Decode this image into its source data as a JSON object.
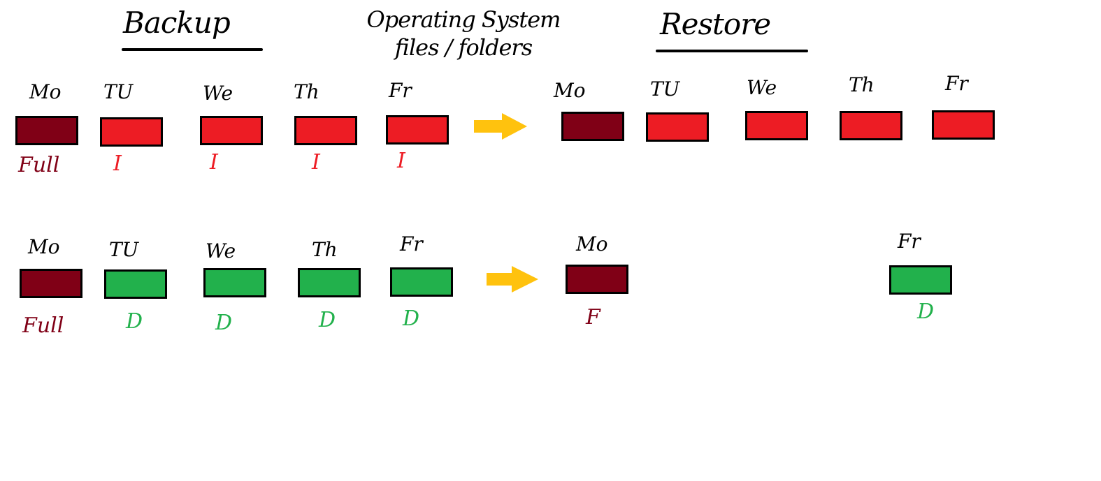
{
  "headings": {
    "backup": "Backup",
    "middle_line1": "Operating System",
    "middle_line2": "files / folders",
    "restore": "Restore"
  },
  "colors": {
    "full": "#800016",
    "incremental": "#ed1c24",
    "differential": "#22b14c",
    "arrow": "#ffc20e",
    "ink": "#000000"
  },
  "incremental_row": {
    "backup": [
      {
        "day": "Mo",
        "type": "full",
        "tag": "Full"
      },
      {
        "day": "TU",
        "type": "incremental",
        "tag": "I"
      },
      {
        "day": "We",
        "type": "incremental",
        "tag": "I"
      },
      {
        "day": "Th",
        "type": "incremental",
        "tag": "I"
      },
      {
        "day": "Fr",
        "type": "incremental",
        "tag": "I"
      }
    ],
    "restore": [
      {
        "day": "Mo",
        "type": "full"
      },
      {
        "day": "TU",
        "type": "incremental"
      },
      {
        "day": "We",
        "type": "incremental"
      },
      {
        "day": "Th",
        "type": "incremental"
      },
      {
        "day": "Fr",
        "type": "incremental"
      }
    ]
  },
  "differential_row": {
    "backup": [
      {
        "day": "Mo",
        "type": "full",
        "tag": "Full"
      },
      {
        "day": "TU",
        "type": "differential",
        "tag": "D"
      },
      {
        "day": "We",
        "type": "differential",
        "tag": "D"
      },
      {
        "day": "Th",
        "type": "differential",
        "tag": "D"
      },
      {
        "day": "Fr",
        "type": "differential",
        "tag": "D"
      }
    ],
    "restore": [
      {
        "day": "Mo",
        "type": "full",
        "tag": "F"
      },
      {
        "day": "Fr",
        "type": "differential",
        "tag": "D"
      }
    ]
  },
  "icons": [
    "arrow-right-icon"
  ]
}
